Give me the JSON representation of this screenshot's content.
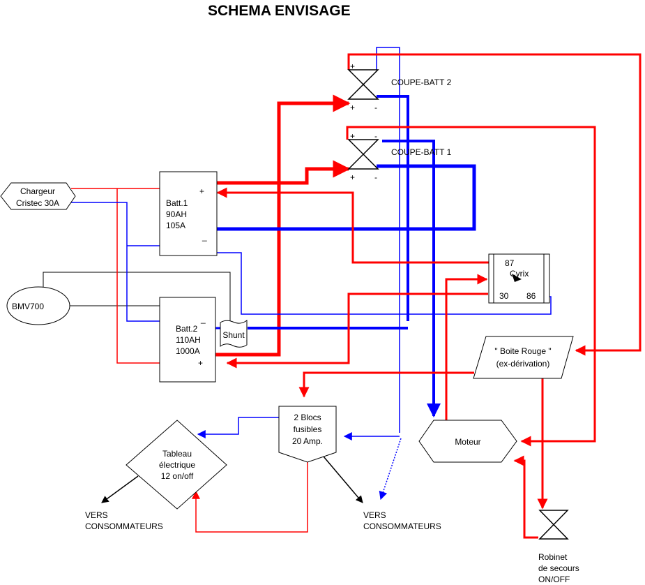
{
  "title": "SCHEMA ENVISAGE",
  "colors": {
    "positive": "#ff0000",
    "negative": "#0000ff",
    "signal": "#000000"
  },
  "charger": {
    "line1": "Chargeur",
    "line2": "Cristec 30A"
  },
  "bmv": "BMV700",
  "batt1": {
    "line1": "Batt.1",
    "line2": "90AH",
    "line3": "105A",
    "plus": "+",
    "minus": "_"
  },
  "batt2": {
    "line1": "Batt.2",
    "line2": "110AH",
    "line3": "1000A",
    "plus": "+",
    "minus": "_"
  },
  "shunt": "Shunt",
  "coupe_batt_2": {
    "label": "COUPE-BATT 2",
    "top_plus": "+",
    "bottom_plus": "+",
    "bottom_minus": "-"
  },
  "coupe_batt_1": {
    "label": "COUPE-BATT 1",
    "top_plus": "+",
    "top_minus": "-",
    "bottom_plus": "+",
    "bottom_minus": "-"
  },
  "cyrix": {
    "label": "Cyrix",
    "p87": "87",
    "p30": "30",
    "p86": "86"
  },
  "boite_rouge": {
    "line1": "\" Boite Rouge \"",
    "line2": "(ex-dérivation)"
  },
  "moteur": "Moteur",
  "fuses": {
    "line1": "2 Blocs",
    "line2": "fusibles",
    "line3": "20 Amp."
  },
  "tableau": {
    "line1": "Tableau",
    "line2": "électrique",
    "line3": "12 on/off"
  },
  "vers_left": {
    "line1": "VERS",
    "line2": "CONSOMMATEURS"
  },
  "vers_right": {
    "line1": "VERS",
    "line2": "CONSOMMATEURS"
  },
  "robinet": {
    "line1": "Robinet",
    "line2": "de secours",
    "line3": "ON/OFF"
  }
}
